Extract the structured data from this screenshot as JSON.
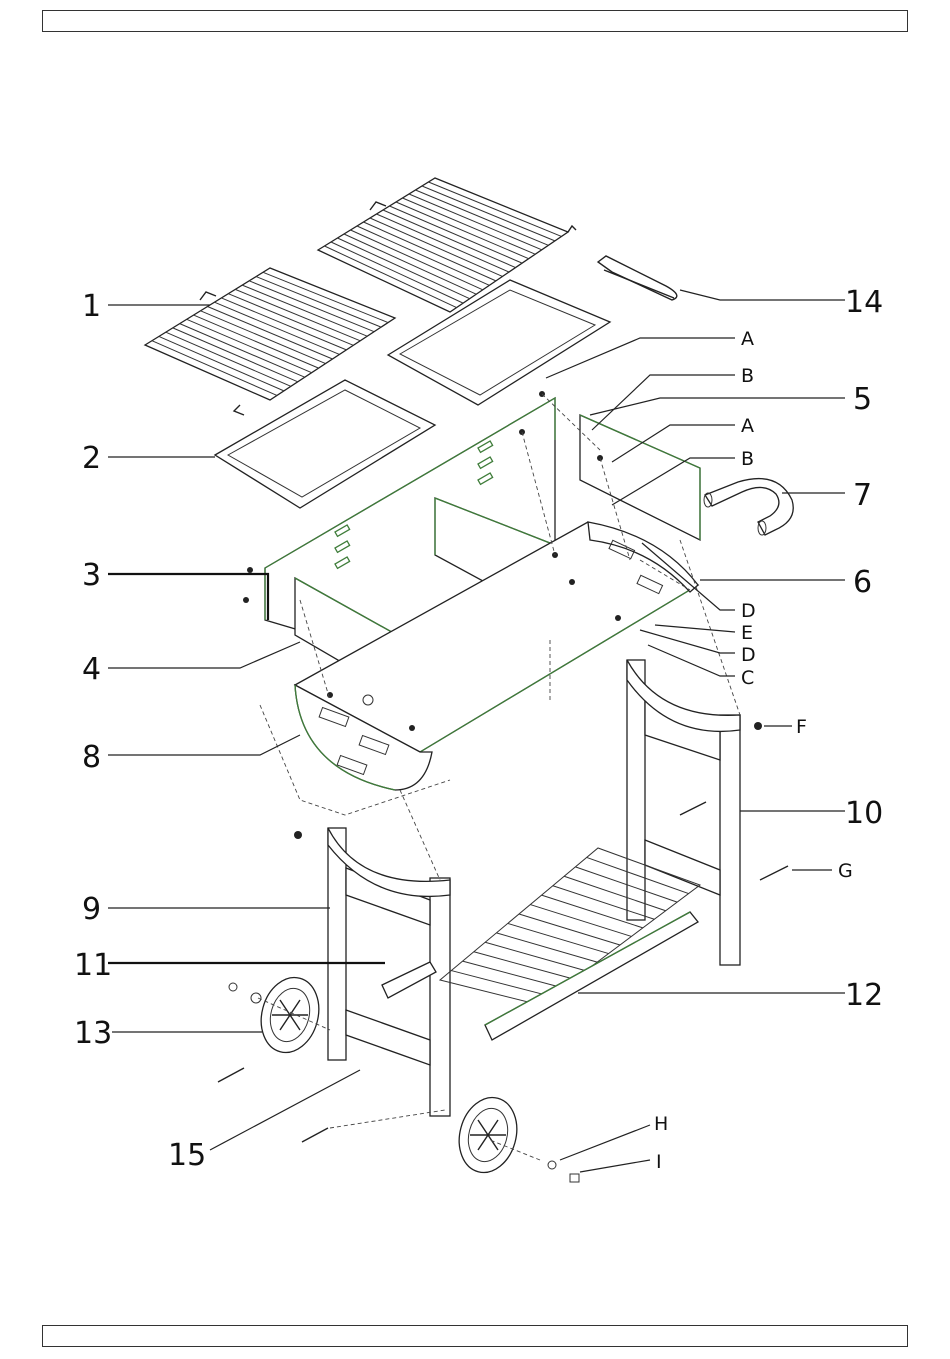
{
  "labels": {
    "p1": "1",
    "p2": "2",
    "p3": "3",
    "p4": "4",
    "p5": "5",
    "p6": "6",
    "p7": "7",
    "p8": "8",
    "p9": "9",
    "p10": "10",
    "p11": "11",
    "p12": "12",
    "p13": "13",
    "p14": "14",
    "p15": "15",
    "a1": "A",
    "b1": "B",
    "a2": "A",
    "b2": "B",
    "d1": "D",
    "e": "E",
    "d2": "D",
    "c": "C",
    "f": "F",
    "g": "G",
    "h": "H",
    "i": "I"
  },
  "colors": {
    "line": "#222222",
    "panel_edge": "#3f7d3a"
  }
}
